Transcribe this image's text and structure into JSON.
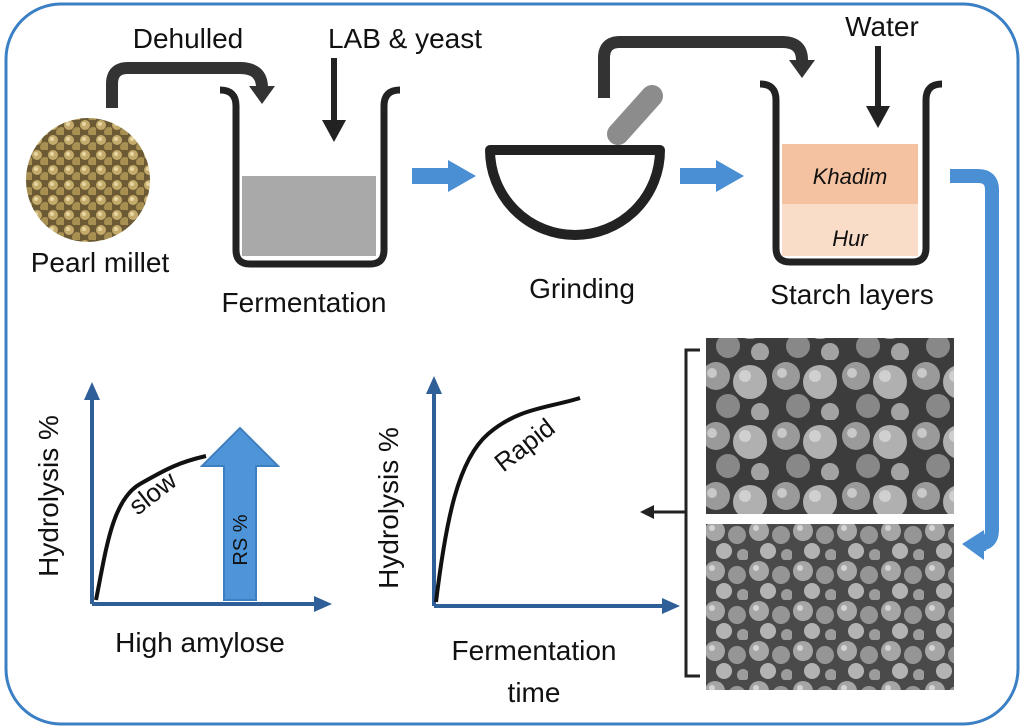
{
  "labels": {
    "dehulled": "Dehulled",
    "lab_yeast": "LAB & yeast",
    "water": "Water",
    "pearl_millet": "Pearl millet",
    "fermentation": "Fermentation",
    "grinding": "Grinding",
    "starch_layers": "Starch layers",
    "khadim": "Khadim",
    "hur": "Hur"
  },
  "chart_left": {
    "ylabel": "Hydrolysis %",
    "xlabel": "High amylose",
    "curve_label": "slow",
    "arrow_label": "RS %"
  },
  "chart_right": {
    "ylabel": "Hydrolysis %",
    "xlabel_line1": "Fermentation",
    "xlabel_line2": "time",
    "curve_label": "Rapid"
  },
  "colors": {
    "frame": "#3b7fc4",
    "axis": "#2e5f99",
    "flow_arrow": "#4a8fd4",
    "rs_arrow": "#4d94d8",
    "liquid": "#a9a9a9",
    "khadim_layer": "#f4c2a0",
    "hur_layer": "#f9ddc8",
    "dark": "#222222",
    "pestle": "#8c8c8c"
  },
  "icons": [
    "millet-grains-image",
    "beaker-icon",
    "mortar-icon",
    "pestle-icon",
    "sem-micrograph-image"
  ]
}
